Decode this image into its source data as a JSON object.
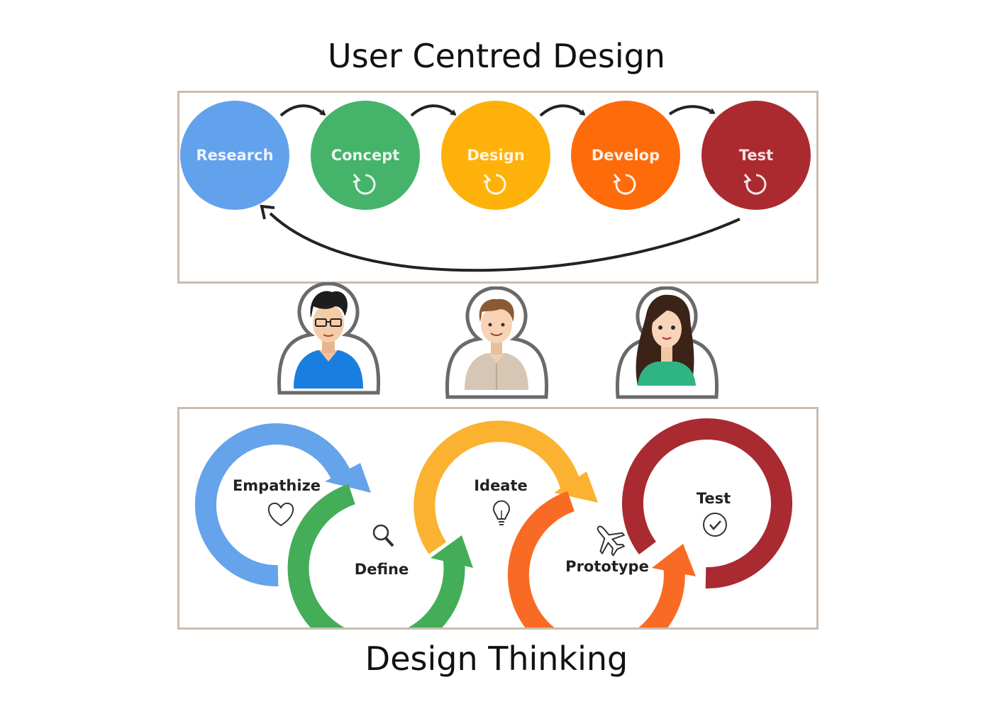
{
  "titles": {
    "top": "User Centred Design",
    "bottom": "Design Thinking"
  },
  "ucd": {
    "stages": [
      {
        "label": "Research",
        "color": "#62a1ec",
        "iterative": false
      },
      {
        "label": "Concept",
        "color": "#45b36a",
        "iterative": true
      },
      {
        "label": "Design",
        "color": "#fdb10a",
        "iterative": true
      },
      {
        "label": "Develop",
        "color": "#fd6b0a",
        "iterative": true
      },
      {
        "label": "Test",
        "color": "#aa2a30",
        "iterative": true
      }
    ]
  },
  "users": [
    {
      "name": "user-glasses-blue-shirt",
      "shirt_color": "#1a7ee0"
    },
    {
      "name": "user-beige-shirt",
      "shirt_color": "#d6c6b3"
    },
    {
      "name": "user-woman-green-top",
      "shirt_color": "#2fb583"
    }
  ],
  "dt": {
    "stages": [
      {
        "label": "Empathize",
        "icon": "heart-icon",
        "color": "#65a3eb"
      },
      {
        "label": "Define",
        "icon": "magnifier-icon",
        "color": "#44ad58"
      },
      {
        "label": "Ideate",
        "icon": "lightbulb-icon",
        "color": "#fbb230"
      },
      {
        "label": "Prototype",
        "icon": "airplane-icon",
        "color": "#f96a24"
      },
      {
        "label": "Test",
        "icon": "checkmark-icon",
        "color": "#a92a31"
      }
    ]
  }
}
